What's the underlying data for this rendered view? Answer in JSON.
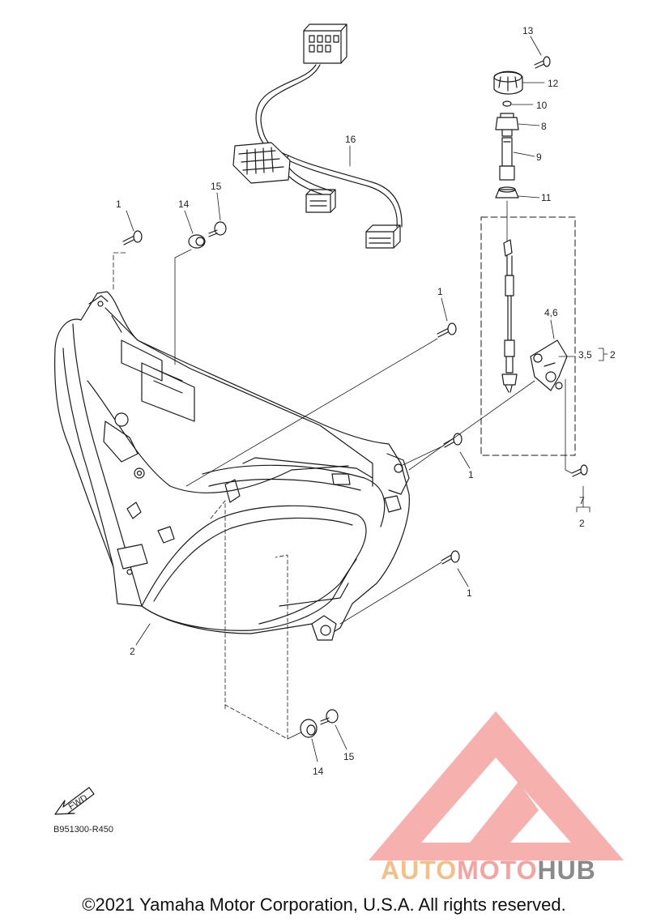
{
  "diagram_code": "B951300-R450",
  "copyright": "©2021 Yamaha Motor Corporation, U.S.A. All rights reserved.",
  "fwd_label": "FWD",
  "watermark": {
    "part1": "AUTO",
    "part2": "MOTO",
    "part3": "HUB",
    "colors": {
      "auto": "#F4C08A",
      "moto": "#F4A3A0",
      "hub": "#8A8A8A",
      "triangle": "#F4A3A0"
    }
  },
  "callouts": {
    "c1_top": "1",
    "c1_mid": "1",
    "c1_right": "1",
    "c1_low": "1",
    "c2": "2",
    "c14_top": "14",
    "c15_top": "15",
    "c14_bottom": "14",
    "c15_bottom": "15",
    "c16": "16",
    "c13": "13",
    "c12": "12",
    "c10": "10",
    "c8": "8",
    "c9": "9",
    "c11": "11",
    "c46": "4,6",
    "c35": "3,5",
    "c35_parent": "2",
    "c7": "7",
    "c7_parent": "2"
  }
}
